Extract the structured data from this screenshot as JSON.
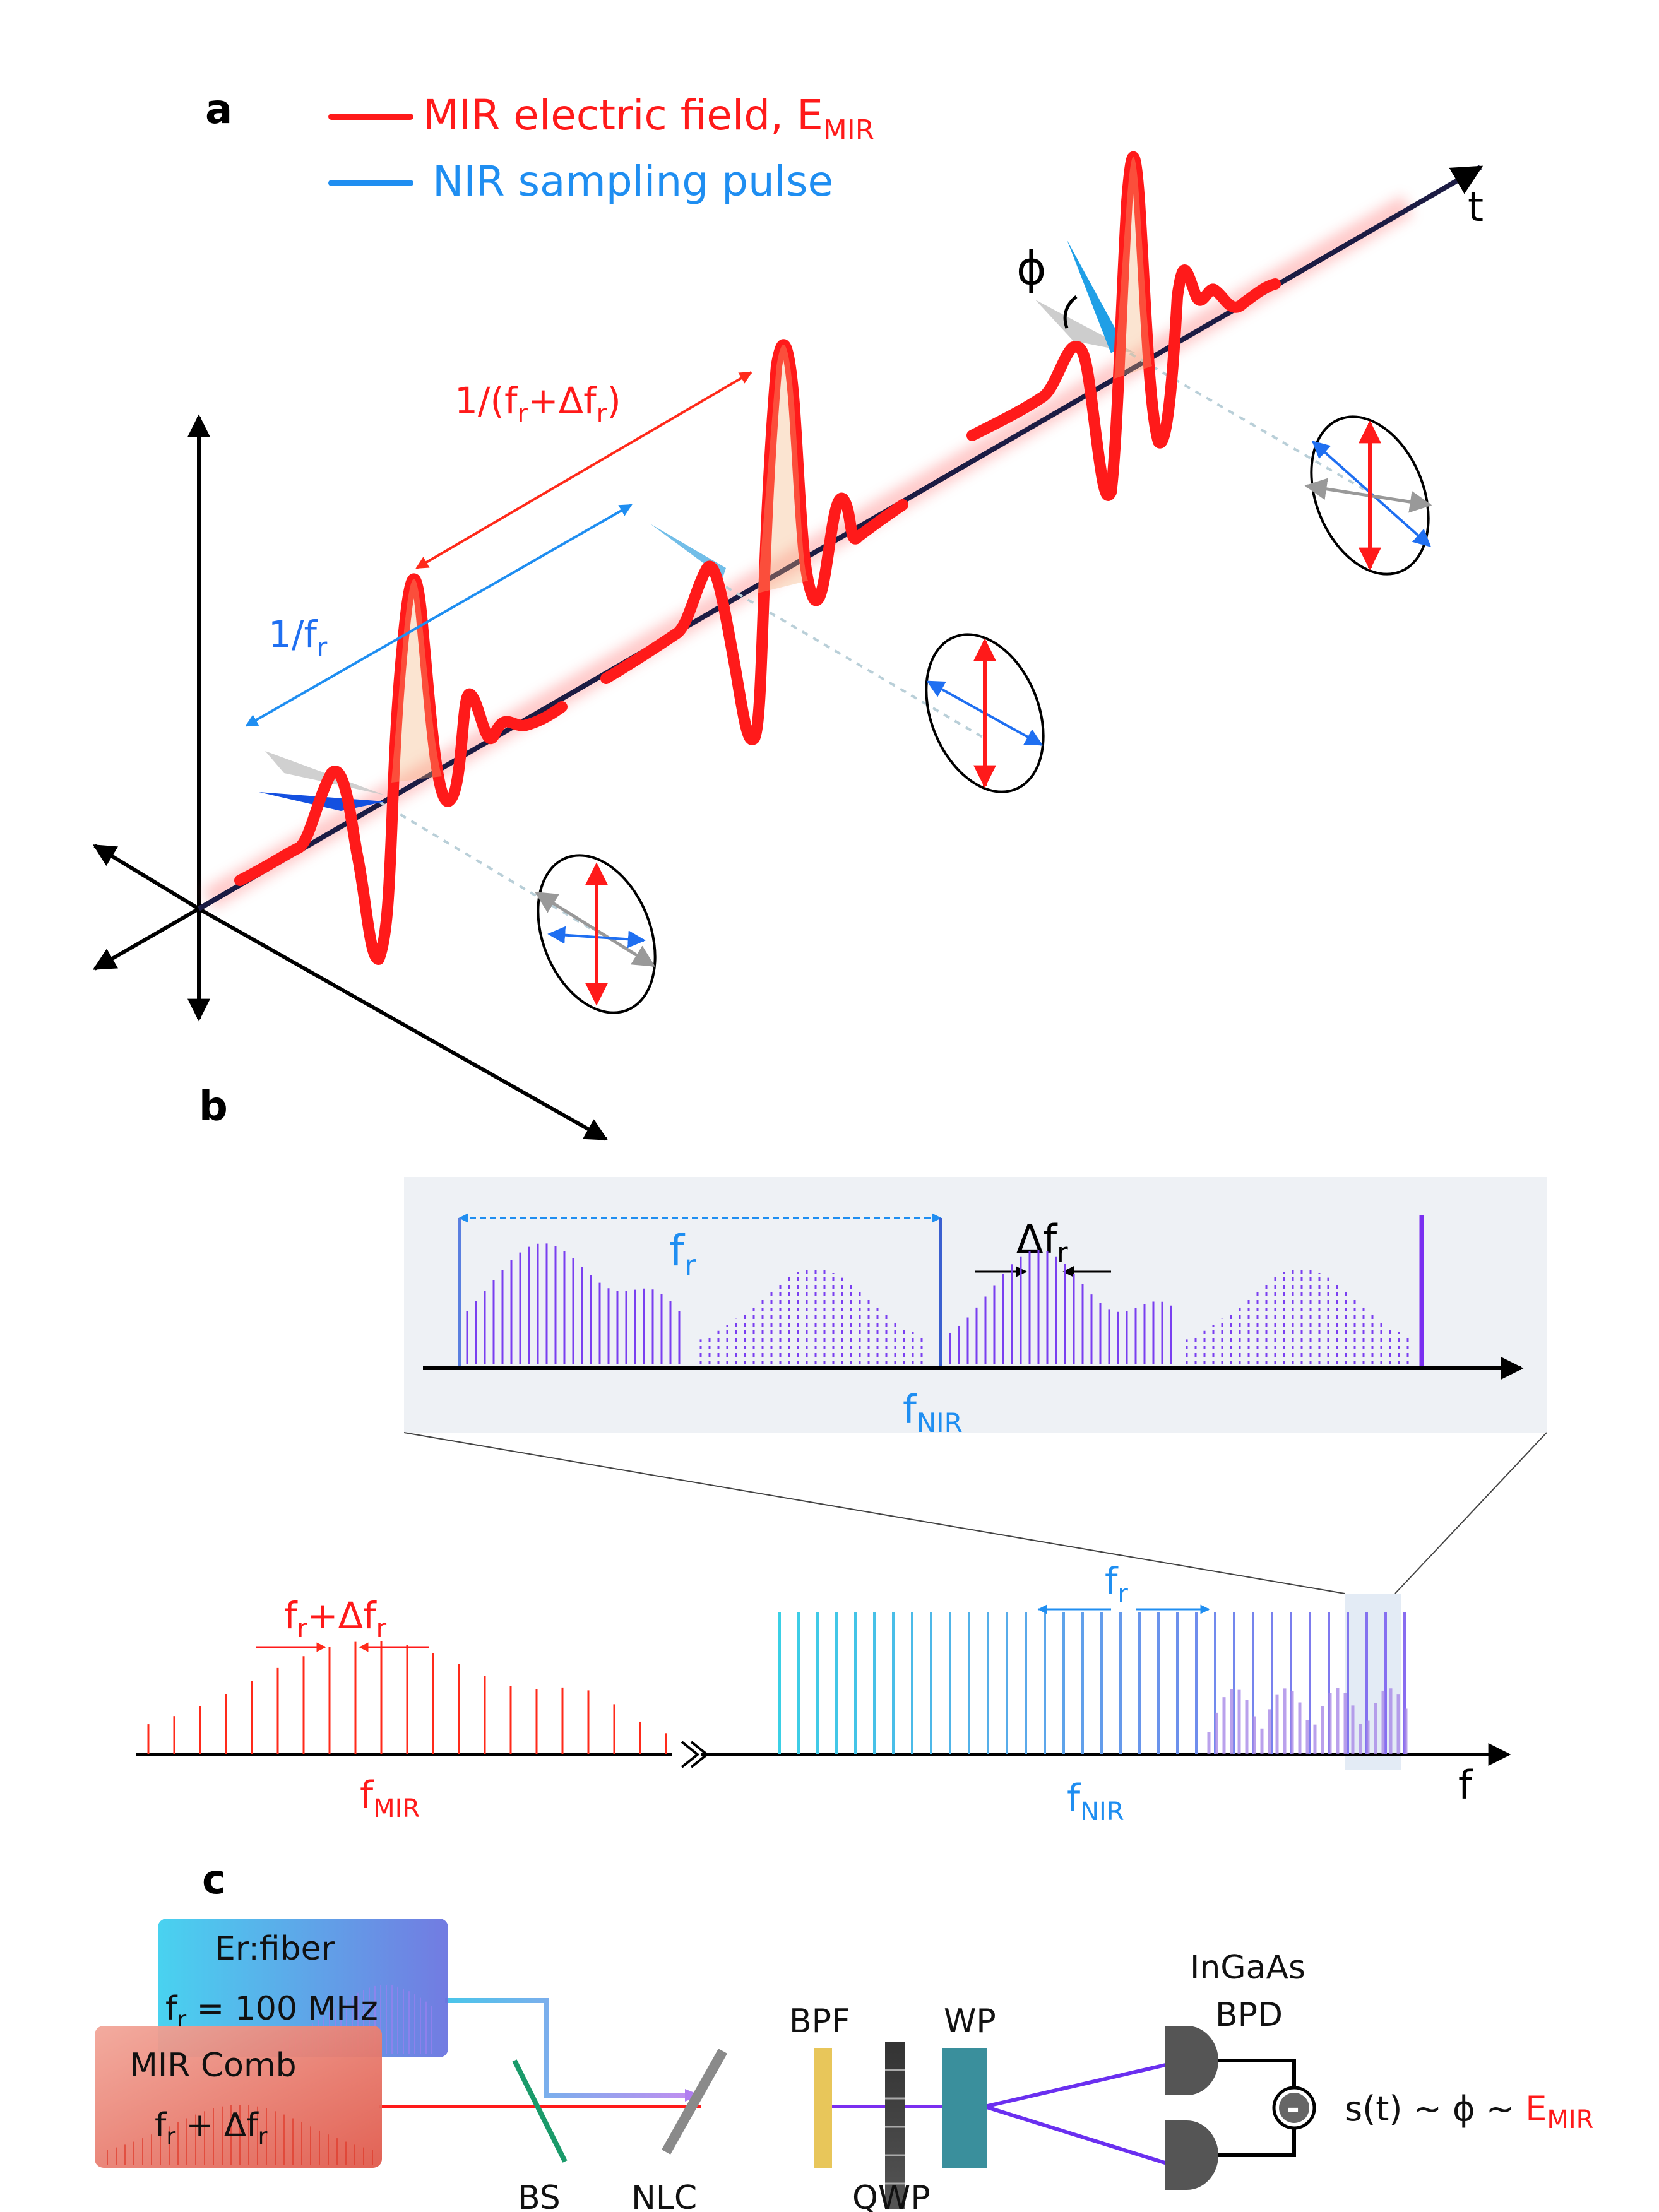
{
  "panel_a": {
    "label": "a",
    "legend": {
      "mir_text": "MIR electric field, E",
      "mir_sub": "MIR",
      "nir_text": "NIR sampling pulse"
    },
    "axis_t": "t",
    "phi": "ϕ",
    "period_nir": {
      "text": "1/f",
      "sub": "r"
    },
    "period_mir": {
      "t1": "1/(f",
      "s1": "r",
      "t2": "+Δf",
      "s2": "r",
      "t3": ")"
    }
  },
  "panel_b": {
    "label": "b",
    "inset": {
      "fr_text": "f",
      "fr_sub": "r",
      "dfr_text": "Δf",
      "dfr_sub": "r",
      "axis_text": "f",
      "axis_sub": "NIR"
    },
    "main": {
      "mir_spacing_t1": "f",
      "mir_spacing_s1": "r",
      "mir_spacing_t2": "+Δf",
      "mir_spacing_s2": "r",
      "mir_axis_text": "f",
      "mir_axis_sub": "MIR",
      "nir_spacing_text": "f",
      "nir_spacing_sub": "r",
      "nir_axis_text": "f",
      "nir_axis_sub": "NIR",
      "axis_f": "f"
    }
  },
  "panel_c": {
    "label": "c",
    "er_fiber": {
      "title": "Er:fiber",
      "t1": "f",
      "s1": "r",
      "t2": " = 100 MHz"
    },
    "mir_comb": {
      "title": "MIR Comb",
      "t1": "f",
      "s1": "r",
      "t2": " + Δf",
      "s2": "r"
    },
    "bs": "BS",
    "nlc": "NLC",
    "bpf": "BPF",
    "qwp": "QWP",
    "wp": "WP",
    "detector_l1": "InGaAs",
    "detector_l2": "BPD",
    "minus": "-",
    "signal_text": "s(t) ~ ϕ ~ ",
    "signal_e": "E",
    "signal_sub": "MIR"
  },
  "colors": {
    "mir": "#ff1a1a",
    "nir": "#1f8ef1",
    "comb": "#8a3ff0",
    "cyan": "#35c7e8"
  }
}
